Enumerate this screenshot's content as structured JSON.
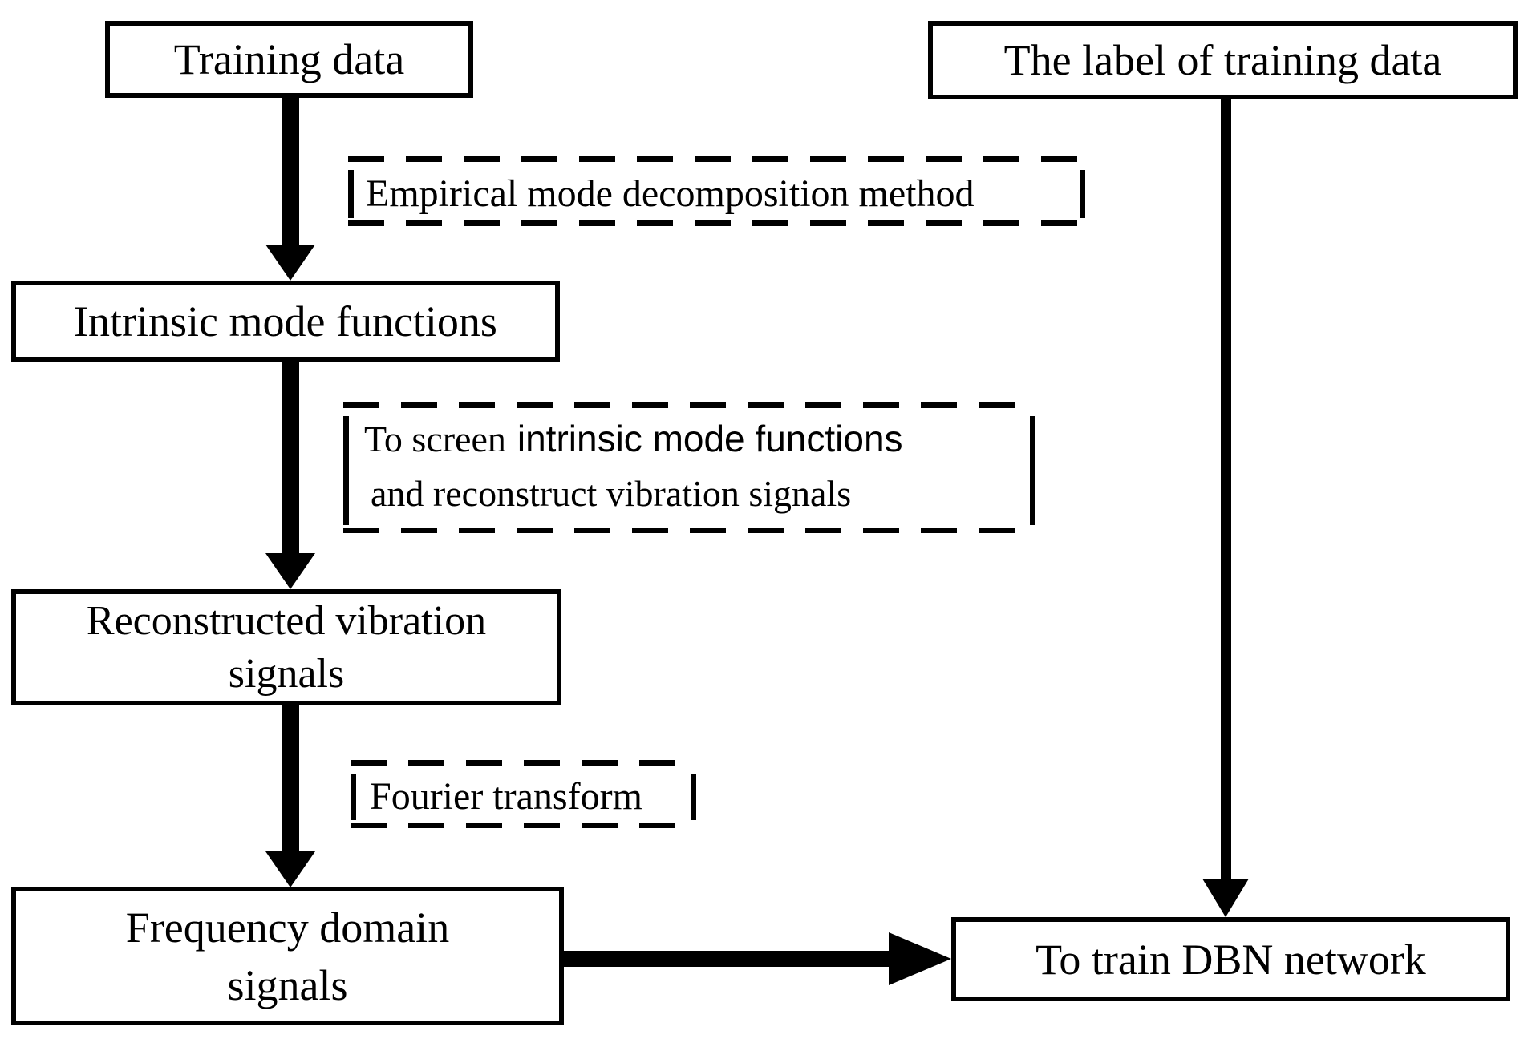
{
  "canvas": {
    "background": "#ffffff",
    "line_color": "#000000",
    "box_fill": "#ffffff"
  },
  "nodes": {
    "training": {
      "label": "Training data"
    },
    "training_label": {
      "label": "The label of training data"
    },
    "imf": {
      "label": "Intrinsic mode functions"
    },
    "reconstructed": {
      "line1": "Reconstructed vibration",
      "line2": "signals"
    },
    "frequency": {
      "line1": "Frequency domain",
      "line2": "signals"
    },
    "dbn": {
      "label": "To train DBN network"
    }
  },
  "process_labels": {
    "emd": {
      "label": "Empirical mode decomposition method"
    },
    "screen": {
      "line1_serif": "To screen",
      "line1_sans": "intrinsic mode functions",
      "line2": "and reconstruct vibration signals"
    },
    "fourier": {
      "label": "Fourier transform"
    }
  }
}
